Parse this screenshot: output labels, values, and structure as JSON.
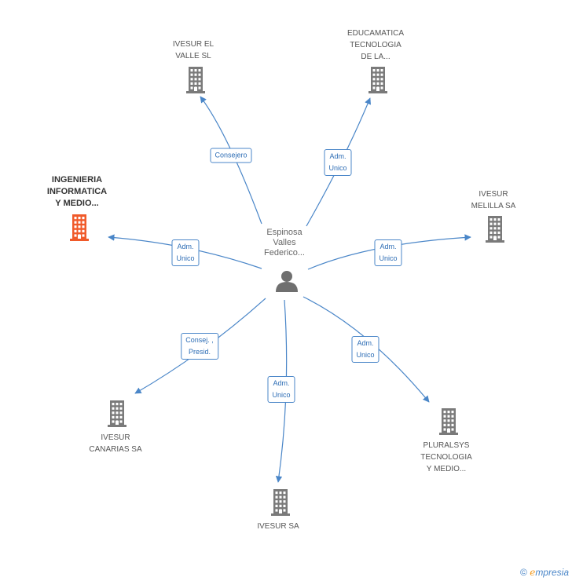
{
  "center": {
    "name_lines": [
      "Espinosa",
      "Valles",
      "Federico..."
    ],
    "icon": "person-icon"
  },
  "nodes": [
    {
      "id": "ivesur-el-valle",
      "lines": [
        "IVESUR EL",
        "VALLE  SL"
      ],
      "relation_lines": [
        "Consejero"
      ],
      "highlight": false,
      "icon": "building-icon"
    },
    {
      "id": "educamatica",
      "lines": [
        "EDUCAMATICA",
        "TECNOLOGIA",
        "DE LA..."
      ],
      "relation_lines": [
        "Adm.",
        "Unico"
      ],
      "highlight": false,
      "icon": "building-icon"
    },
    {
      "id": "ingenieria-informatica",
      "lines": [
        "INGENIERIA",
        "INFORMATICA",
        "Y MEDIO..."
      ],
      "relation_lines": [
        "Adm.",
        "Unico"
      ],
      "highlight": true,
      "icon": "building-icon"
    },
    {
      "id": "ivesur-melilla",
      "lines": [
        "IVESUR",
        "MELILLA SA"
      ],
      "relation_lines": [
        "Adm.",
        "Unico"
      ],
      "highlight": false,
      "icon": "building-icon"
    },
    {
      "id": "ivesur-canarias",
      "lines": [
        "IVESUR",
        "CANARIAS SA"
      ],
      "relation_lines": [
        "Consej. ,",
        "Presid."
      ],
      "highlight": false,
      "icon": "building-icon"
    },
    {
      "id": "ivesur-sa",
      "lines": [
        "IVESUR SA"
      ],
      "relation_lines": [
        "Adm.",
        "Unico"
      ],
      "highlight": false,
      "icon": "building-icon"
    },
    {
      "id": "pluralsys",
      "lines": [
        "PLURALSYS",
        "TECNOLOGIA",
        "Y MEDIO..."
      ],
      "relation_lines": [
        "Adm.",
        "Unico"
      ],
      "highlight": false,
      "icon": "building-icon"
    }
  ],
  "colors": {
    "edge": "#4a86c8",
    "building": "#7a7a7a",
    "building_highlight": "#f05a2a",
    "person": "#6f6f6f"
  },
  "footer": {
    "copyright": "©",
    "brand_first": "e",
    "brand_rest": "mpresia"
  }
}
